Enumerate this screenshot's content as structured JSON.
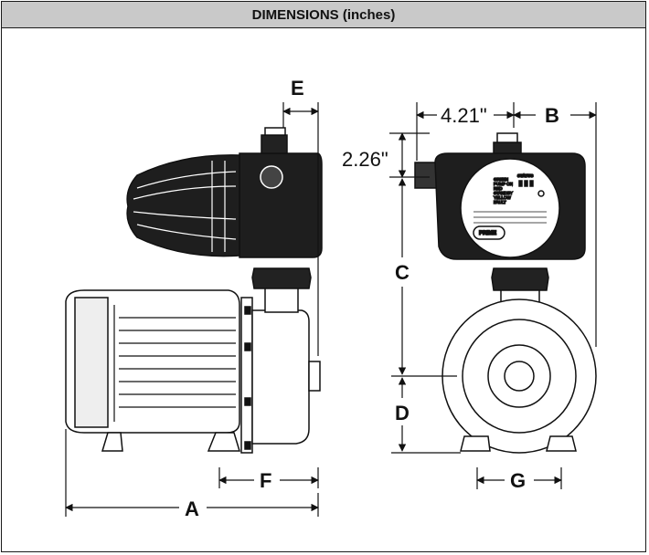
{
  "header": {
    "title": "DIMENSIONS (inches)"
  },
  "dimensions": {
    "A": "A",
    "B": "B",
    "C": "C",
    "D": "D",
    "E": "E",
    "F": "F",
    "G": "G",
    "width_value": "4.21\"",
    "height_value": "2.26\""
  },
  "control_panel": {
    "status_label": "STATUS",
    "green_label": "GREEN",
    "pump_on_label": "PUMP ON",
    "red_label": "RED",
    "standby_label": "STANDBY",
    "yellow_label": "YELLOW",
    "fault_label": "FAULT",
    "prime_label": "PRIME"
  }
}
